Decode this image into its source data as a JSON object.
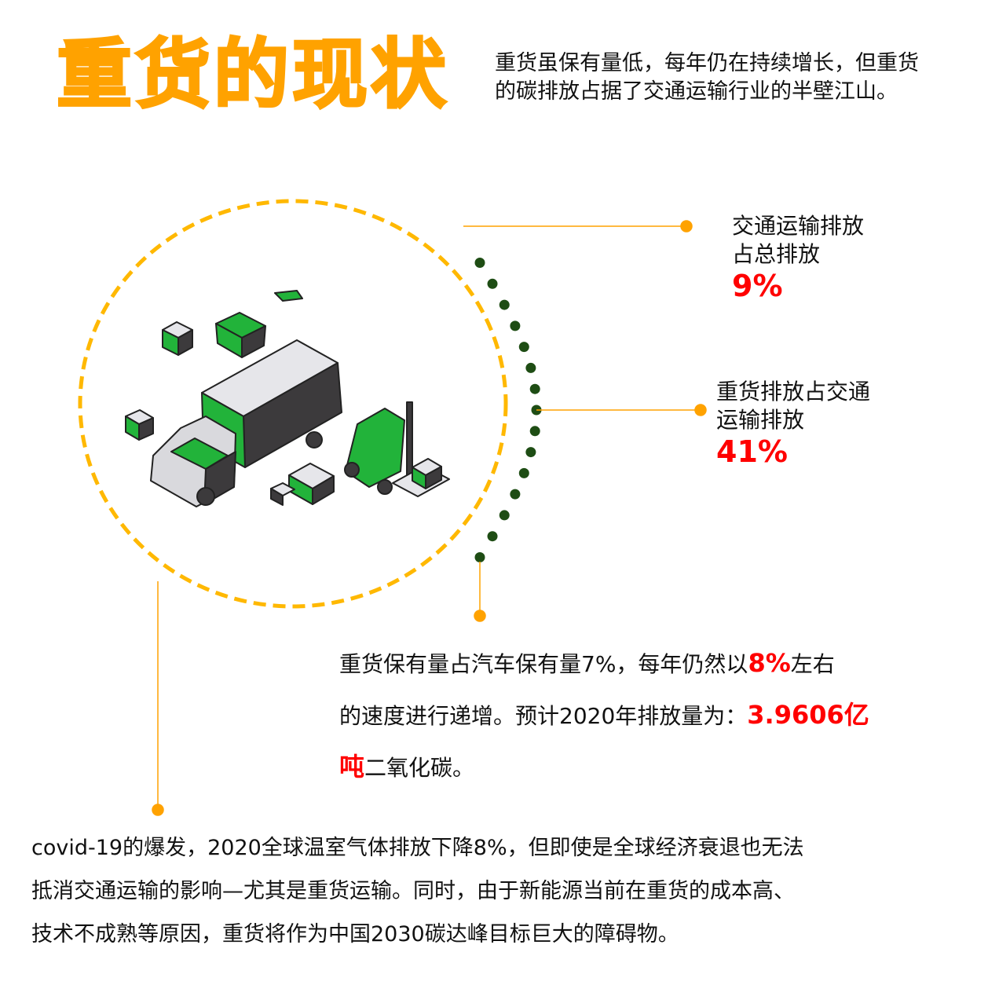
{
  "title": "重货的现状",
  "intro": {
    "line1": "重货虽保有量低，每年仍在持续增长，但重货",
    "line2": "的碳排放占据了交通运输行业的半壁江山。"
  },
  "stats": [
    {
      "label_line1": "交通运输排放",
      "label_line2": "占总排放",
      "value": "9%"
    },
    {
      "label_line1": "重货排放占交通",
      "label_line2": "运输排放",
      "value": "41%"
    }
  ],
  "paragraph": {
    "part1": "重货保有量占汽车保有量7%，每年仍然以",
    "highlight1": "8%",
    "part2": "左右",
    "part3": "的速度进行递增。预计2020年排放量为：",
    "highlight2": "3.9606亿",
    "highlight3": "吨",
    "part4": "二氧化碳。"
  },
  "bottom": {
    "line1": "covid-19的爆发，2020全球温室气体排放下降8%，但即使是全球经济衰退也无法",
    "line2": "抵消交通运输的影响—尤其是重货运输。同时，由于新能源当前在重货的成本高、",
    "line3": "技术不成熟等原因，重货将作为中国2030碳达峰目标巨大的障碍物。"
  },
  "colors": {
    "accent": "#FFA200",
    "highlight": "#FF0000",
    "dots": "#1E4D14",
    "truck_green": "#22B33A"
  }
}
